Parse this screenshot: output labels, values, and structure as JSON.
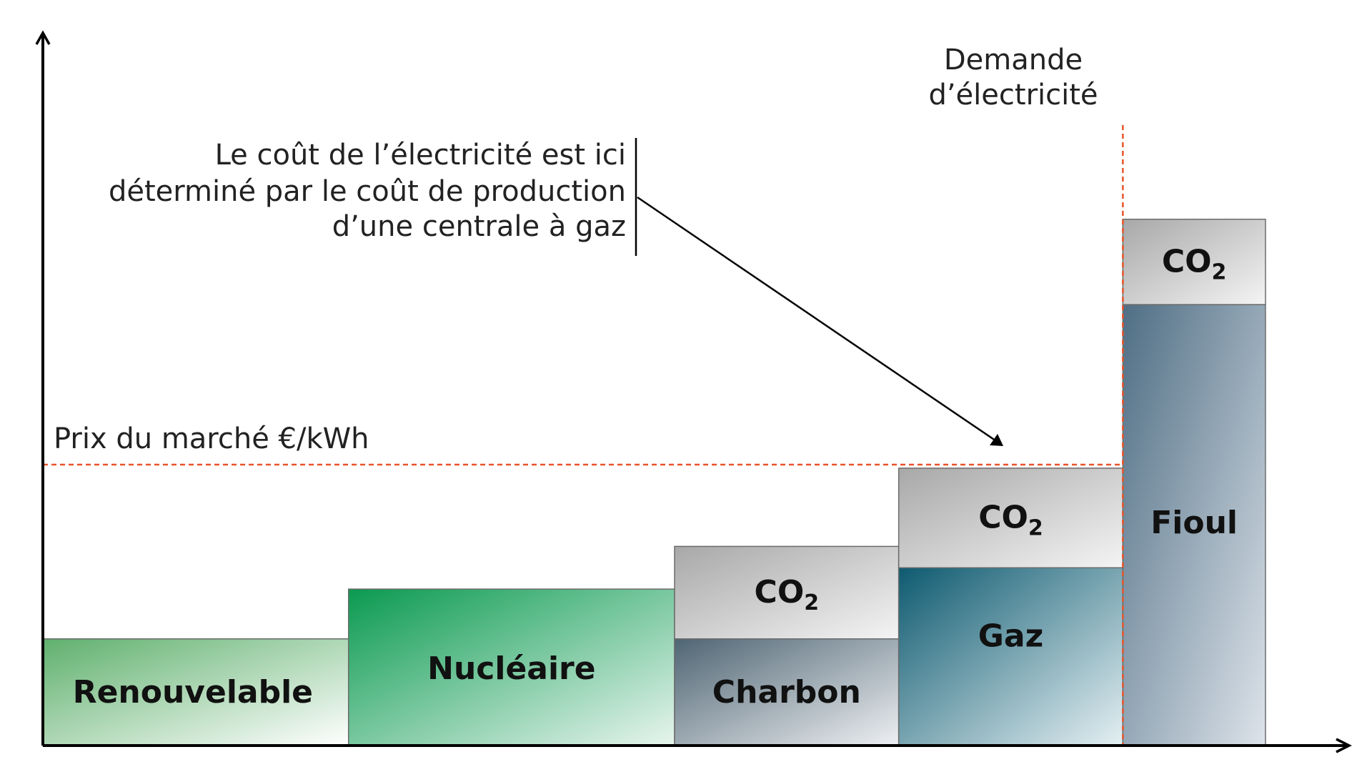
{
  "chart_data": {
    "type": "bar",
    "subtype": "merit-order-stacked",
    "xlabel": "",
    "ylabel": "",
    "bars": [
      {
        "label": "Renouvelable",
        "base": 15,
        "co2": 0,
        "capacity": 15
      },
      {
        "label": "Nucléaire",
        "base": 22,
        "co2": 0,
        "capacity": 16
      },
      {
        "label": "Charbon",
        "base": 15,
        "co2": 13,
        "capacity": 11
      },
      {
        "label": "Gaz",
        "base": 25,
        "co2": 14,
        "capacity": 11
      },
      {
        "label": "Fioul",
        "base": 62,
        "co2": 12,
        "capacity": 7
      }
    ],
    "co2_label": "CO",
    "co2_subscript": "2",
    "market_price": {
      "label": "Prix du marché €/kWh",
      "value": 39.5
    },
    "demand": {
      "label_line1": "Demande",
      "label_line2": "d’électricité",
      "value": 53
    },
    "annotation": {
      "lines": [
        "Le coût de l’électricité est ici",
        "déterminé par le coût de production",
        "d’une centrale à gaz"
      ]
    },
    "xlim": [
      0,
      64
    ],
    "ylim": [
      0,
      100
    ]
  },
  "colors": {
    "renouvelable": [
      "#5fb06d",
      "#ffffff"
    ],
    "nucleaire": [
      "#0a9a50",
      "#e8f5ee"
    ],
    "charbon": [
      "#4f6573",
      "#eef0f3"
    ],
    "gaz": [
      "#0e5a70",
      "#e5f0f3"
    ],
    "fioul": [
      "#4f6e84",
      "#dde3ea"
    ],
    "co2": [
      "#a8a8a8",
      "#f4f4f4"
    ],
    "guide": "#e8532a",
    "axis": "#000000"
  }
}
